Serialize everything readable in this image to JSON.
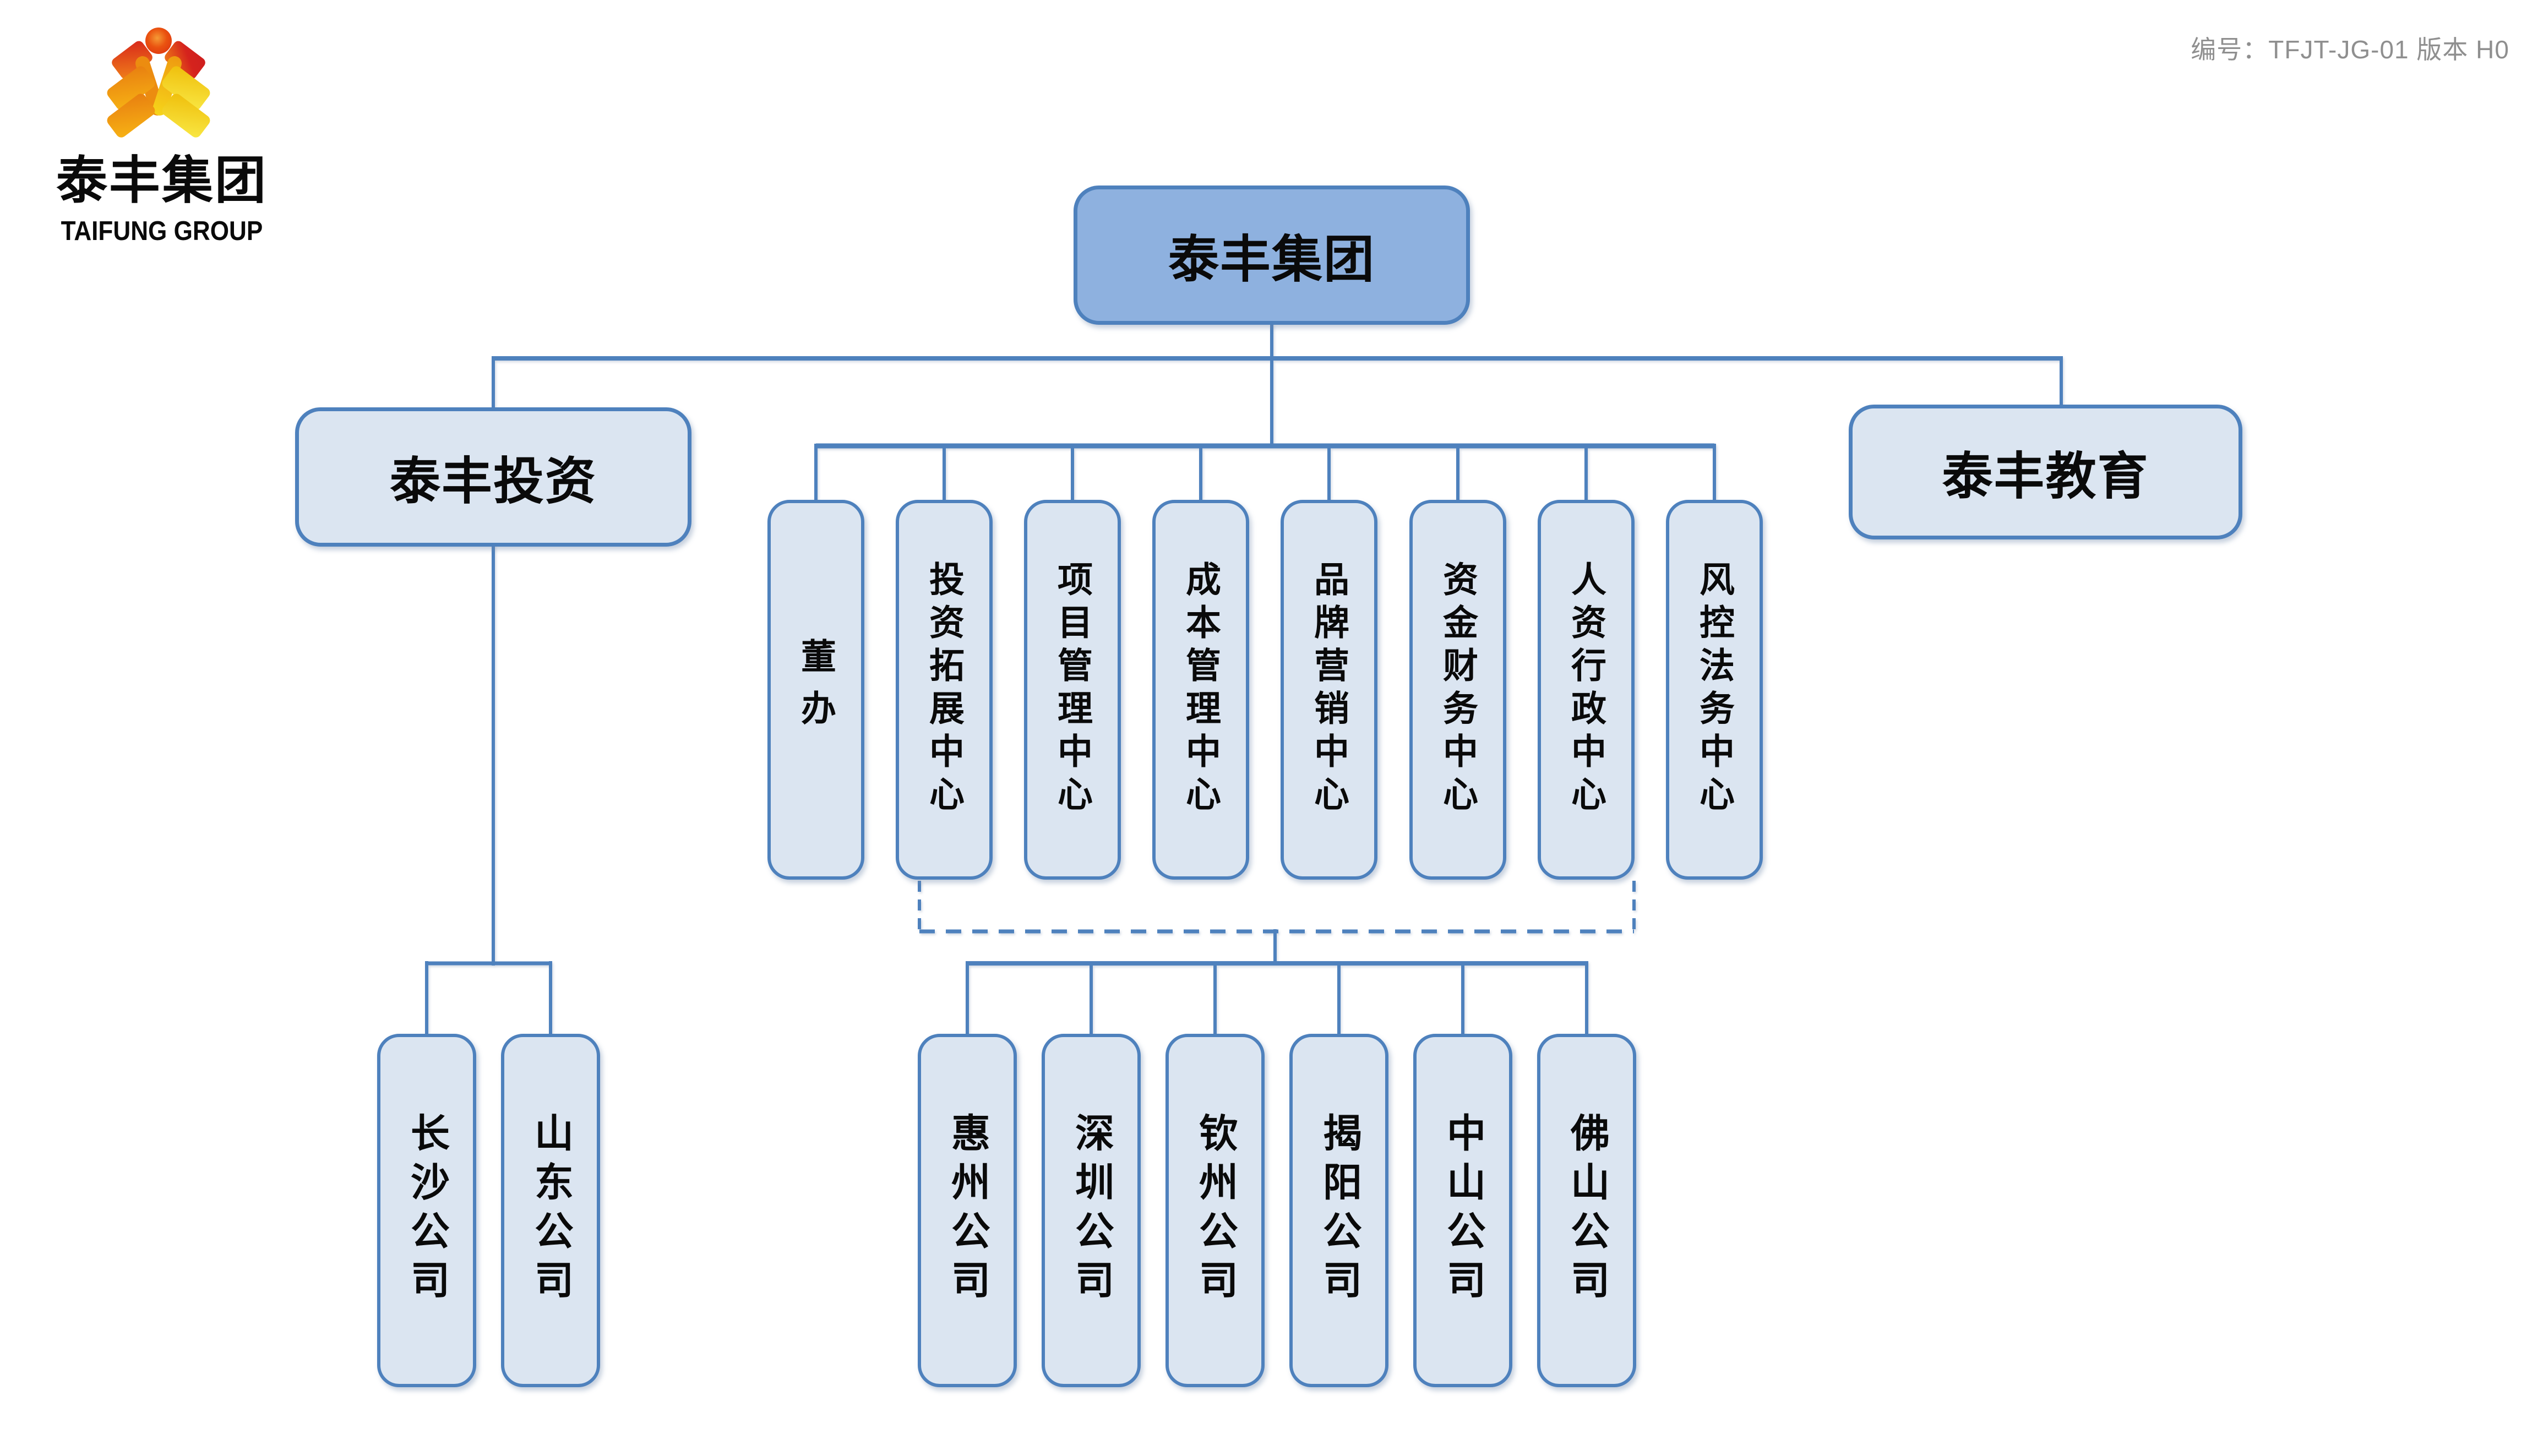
{
  "header": {
    "logo_cn": "泰丰集团",
    "logo_en": "TAIFUNG GROUP",
    "doc_code": "编号：TFJT-JG-01  版本 H0"
  },
  "org": {
    "root": "泰丰集团",
    "branch_left": "泰丰投资",
    "branch_right": "泰丰教育",
    "centers": [
      "董办",
      "投资拓展中心",
      "项目管理中心",
      "成本管理中心",
      "品牌营销中心",
      "资金财务中心",
      "人资行政中心",
      "风控法务中心"
    ],
    "invest_companies": [
      "长沙公司",
      "山东公司"
    ],
    "region_companies": [
      "惠州公司",
      "深圳公司",
      "钦州公司",
      "揭阳公司",
      "中山公司",
      "佛山公司"
    ]
  },
  "colors": {
    "line_and_border": "#4E81BD",
    "fill_light": "#DBE5F1",
    "fill_root": "#8EB1DF",
    "doc_code_text": "#8F8F8F",
    "logo_red": "#D8271B",
    "logo_orange": "#F0A112",
    "logo_yellow": "#F6DD1E"
  }
}
